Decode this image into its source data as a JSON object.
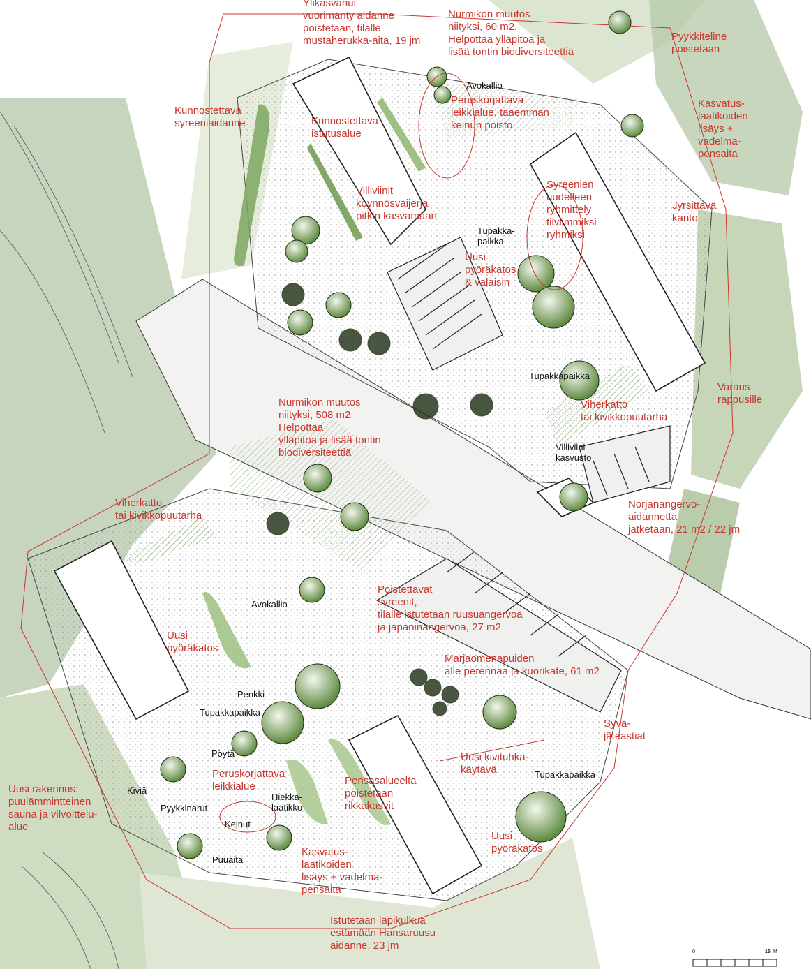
{
  "colors": {
    "background": "#ffffff",
    "terrain_light": "#e3ead9",
    "terrain_mid": "#cfdcc2",
    "terrain_dark": "#a9bf9c",
    "paved": "#e8e8e6",
    "building": "#ffffff",
    "annotation": "#c8362e",
    "tree": "#5e8a3f",
    "tree_dark": "#1d2b14"
  },
  "annotations_red": [
    {
      "id": "ylikasvanut",
      "text": "Ylikasvanut\nvuorimänty aidanne\npoistetaan, tilalle\nmustaherukka-aita, 19 jm"
    },
    {
      "id": "nurmikon-60",
      "text": "Nurmikon muutos\nniityksi, 60 m2.\nHelpottaa ylläpitoa ja\nlisää tontin biodiversiteettiä"
    },
    {
      "id": "pyykkiteline",
      "text": "Pyykkiteline\npoistetaan"
    },
    {
      "id": "kunnostettava-syreeni",
      "text": "Kunnostettava\nsyreeniaidanne"
    },
    {
      "id": "kunnostettava-istutus",
      "text": "Kunnostettava\nistutusalue"
    },
    {
      "id": "peruskorjattava-1",
      "text": "Peruskorjattava\nleikkialue, taaemman\nkeinun poisto"
    },
    {
      "id": "kasvatus-1",
      "text": "Kasvatus-\nlaatikoiden\nlisäys +\nvadelma-\npensaita"
    },
    {
      "id": "villiviinit",
      "text": "Villiviinit\nköynnösvaijerja\npitkin kasvamaan"
    },
    {
      "id": "syreenien",
      "text": "Syreenien\nuudelleen\nryhmittely\ntiiviimmiksi\nryhmiksi"
    },
    {
      "id": "jyrsittava",
      "text": "Jyrsittävä\nkanto"
    },
    {
      "id": "uusi-pyorakatos-1",
      "text": "Uusi\npyöräkatos\n& valaisin"
    },
    {
      "id": "varaus",
      "text": "Varaus\nrappusille"
    },
    {
      "id": "viherkatto-1",
      "text": "Viherkatto\ntai kivikkopuutarha"
    },
    {
      "id": "nurmikon-508",
      "text": "Nurmikon muutos\nniityksi, 508 m2.\nHelpottaa\nylläpitoa ja lisää tontin\nbiodiversiteettiä"
    },
    {
      "id": "norjanangervo",
      "text": "Norjanangervo-\naidannetta\njatketaan, 21 m2 / 22 jm"
    },
    {
      "id": "viherkatto-2",
      "text": "Viherkatto\ntai kivikkopuutarha"
    },
    {
      "id": "poistettavat",
      "text": "Poistettavat\nsyreenit,\ntilalle istutetaan ruusuangervoa\nja japaninangervoa, 27 m2"
    },
    {
      "id": "uusi-pyorakatos-2",
      "text": "Uusi\npyöräkatos"
    },
    {
      "id": "marjaomena",
      "text": "Marjaomenapuiden\nalle perennaa ja kuorikate, 61 m2"
    },
    {
      "id": "syva",
      "text": "Syvä-\njäteastiat"
    },
    {
      "id": "uusi-kivituhka",
      "text": "Uusi kivituhka-\nkäytävä"
    },
    {
      "id": "uusi-rakennus",
      "text": "Uusi rakennus:\npuulämmintteinen\nsauna ja vilvoittelu-\nalue"
    },
    {
      "id": "peruskorjattava-2",
      "text": "Peruskorjattava\nleikkialue"
    },
    {
      "id": "pensasalue",
      "text": "Pensasalueelta\npoistetaan\nrikkakasvit"
    },
    {
      "id": "uusi-pyorakatos-3",
      "text": "Uusi\npyöräkatos"
    },
    {
      "id": "kasvatus-2",
      "text": "Kasvatus-\nlaatikoiden\nlisäys + vadelma-\npensaita"
    },
    {
      "id": "istutetaan",
      "text": "Istutetaan läpikulkua\nestämään Hansaruusu\naidanne, 23 jm"
    }
  ],
  "labels_black": [
    {
      "id": "avokallio-1",
      "text": "Avokallio"
    },
    {
      "id": "tupakkapaikka-1",
      "text": "Tupakka-\npaikka"
    },
    {
      "id": "tupakkapaikka-2",
      "text": "Tupakkapaikka"
    },
    {
      "id": "villiviini-kasvusto",
      "text": "Villiviini\nkasvusto"
    },
    {
      "id": "avokallio-2",
      "text": "Avokallio"
    },
    {
      "id": "penkki",
      "text": "Penkki"
    },
    {
      "id": "tupakkapaikka-3",
      "text": "Tupakkapaikka"
    },
    {
      "id": "poyta",
      "text": "Pöytä"
    },
    {
      "id": "kivia",
      "text": "Kiviä"
    },
    {
      "id": "hiekkalaatikko",
      "text": "Hiekka-\nlaatikko"
    },
    {
      "id": "pyykkinarut",
      "text": "Pyykkinarut"
    },
    {
      "id": "keinut",
      "text": "Keinut"
    },
    {
      "id": "puuaita",
      "text": "Puuaita"
    },
    {
      "id": "tupakkapaikka-4",
      "text": "Tupakkapaikka"
    }
  ],
  "scale_bar": {
    "zero": "0",
    "max": "15",
    "unit": "M"
  }
}
